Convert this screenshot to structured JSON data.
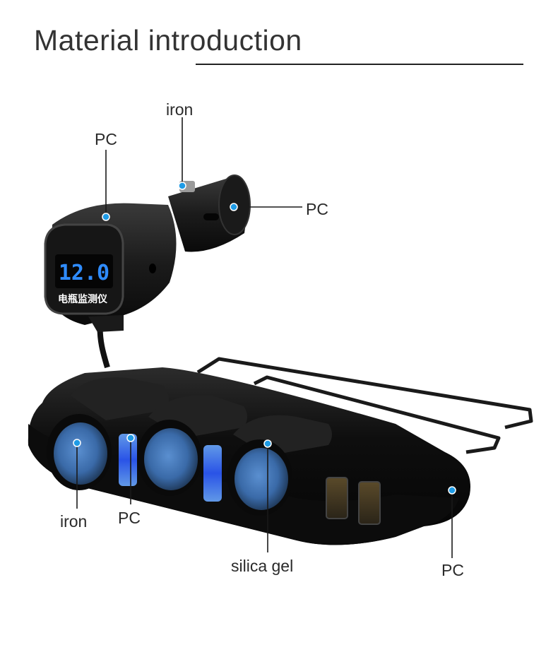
{
  "title": "Material introduction",
  "display": {
    "voltage": "12.0",
    "caption": "电瓶监测仪"
  },
  "callouts": {
    "plug_top": "iron",
    "plug_body": "PC",
    "plug_side": "PC",
    "socket_inner": "iron",
    "led_window": "PC",
    "socket_rim": "silica gel",
    "hub_shell": "PC"
  },
  "colors": {
    "marker": "#1e9be6",
    "accent_led": "#2b6cff",
    "socket_blue": "#3f77b8",
    "device_black": "#151515"
  }
}
